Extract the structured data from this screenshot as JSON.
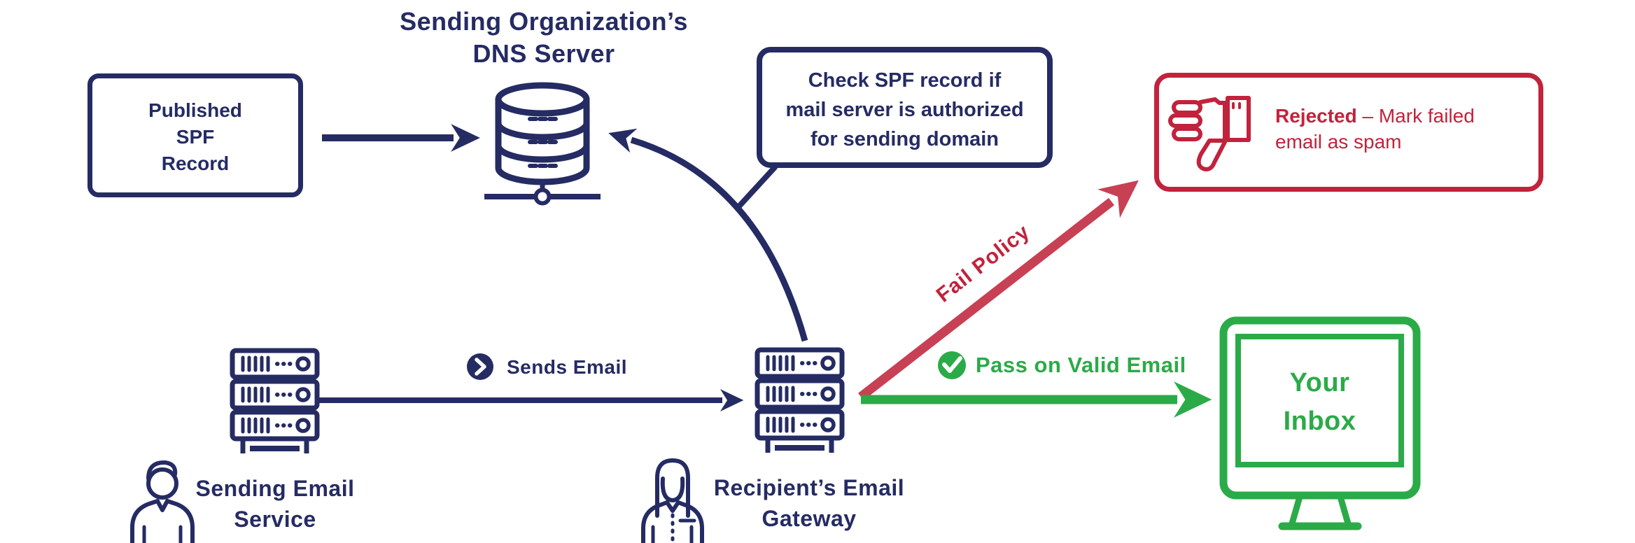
{
  "colors": {
    "navy": "#252b63",
    "red": "#c2223c",
    "red_arrow": "#c84054",
    "green": "#2aab48",
    "background": "#ffffff"
  },
  "title": {
    "line1": "Sending Organization’s",
    "line2": "DNS Server"
  },
  "spf_box": {
    "line1": "Published",
    "line2": "SPF",
    "line3": "Record"
  },
  "check_bubble": {
    "line1": "Check SPF record if",
    "line2": "mail server is authorized",
    "line3": "for sending domain"
  },
  "rejected_box": {
    "label_bold": "Rejected",
    "label_rest": " – Mark failed",
    "line2": "email as spam"
  },
  "arrows": {
    "fail_label": "Fail Policy",
    "pass_label": "Pass on Valid Email",
    "sends_label": "Sends Email"
  },
  "sender": {
    "line1": "Sending Email",
    "line2": "Service"
  },
  "gateway": {
    "line1": "Recipient’s Email",
    "line2": "Gateway"
  },
  "inbox": {
    "line1": "Your",
    "line2": "Inbox"
  },
  "icons": {
    "database": "database-icon",
    "server_rack": "server-rack-icon",
    "sending_user": "person-icon",
    "recipient_user": "person-icon",
    "monitor": "monitor-icon",
    "thumbs_down": "thumbs-down-icon",
    "check": "check-circle-icon (✓)",
    "chevron": "chevron-right-circle-icon (❯)"
  }
}
